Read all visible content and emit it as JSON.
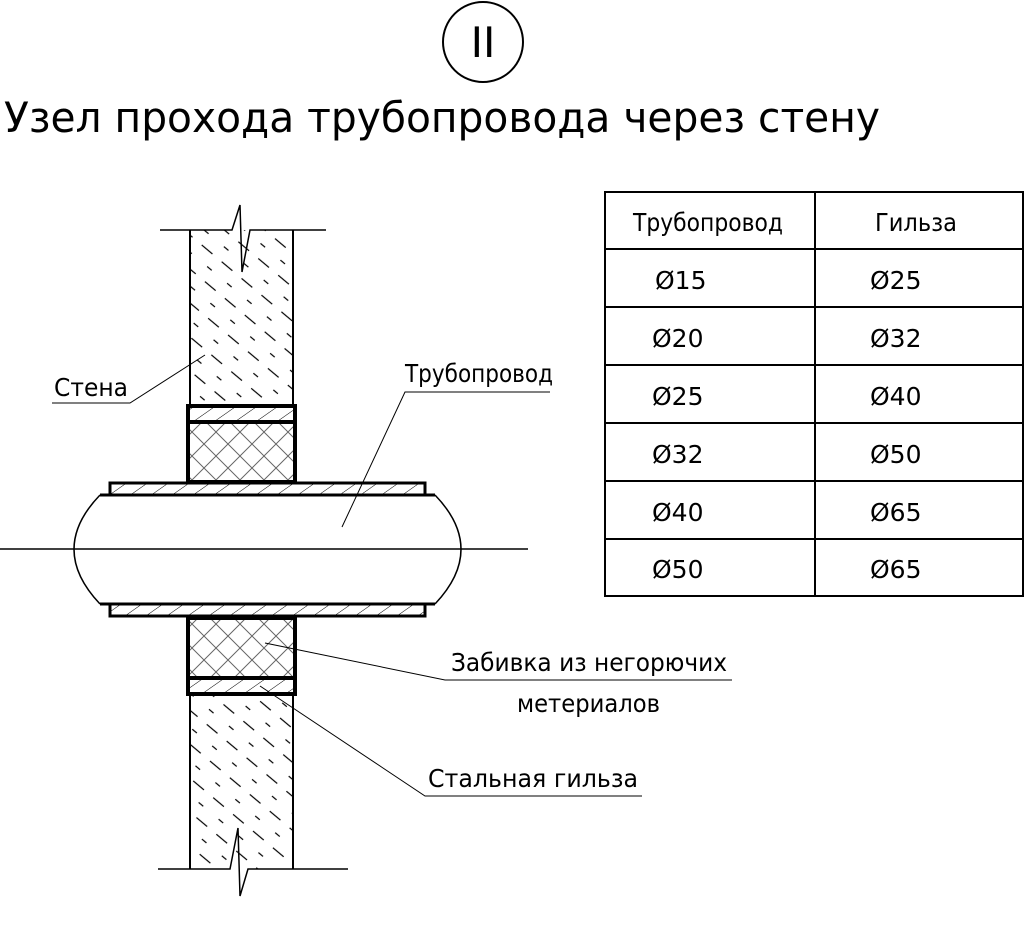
{
  "drawing": {
    "view_marker": "II",
    "title": "Узел прохода трубопровода через стену"
  },
  "labels": {
    "wall": "Стена",
    "pipe": "Трубопровод",
    "packing_line1": "Забивка из негорючих",
    "packing_line2": "метериалов",
    "sleeve": "Стальная гильза"
  },
  "table": {
    "headers": [
      "Трубопровод",
      "Гильза"
    ],
    "rows": [
      [
        "Ø15",
        "Ø25"
      ],
      [
        "Ø20",
        "Ø32"
      ],
      [
        "Ø25",
        "Ø40"
      ],
      [
        "Ø32",
        "Ø50"
      ],
      [
        "Ø40",
        "Ø65"
      ],
      [
        "Ø50",
        "Ø65"
      ]
    ]
  }
}
